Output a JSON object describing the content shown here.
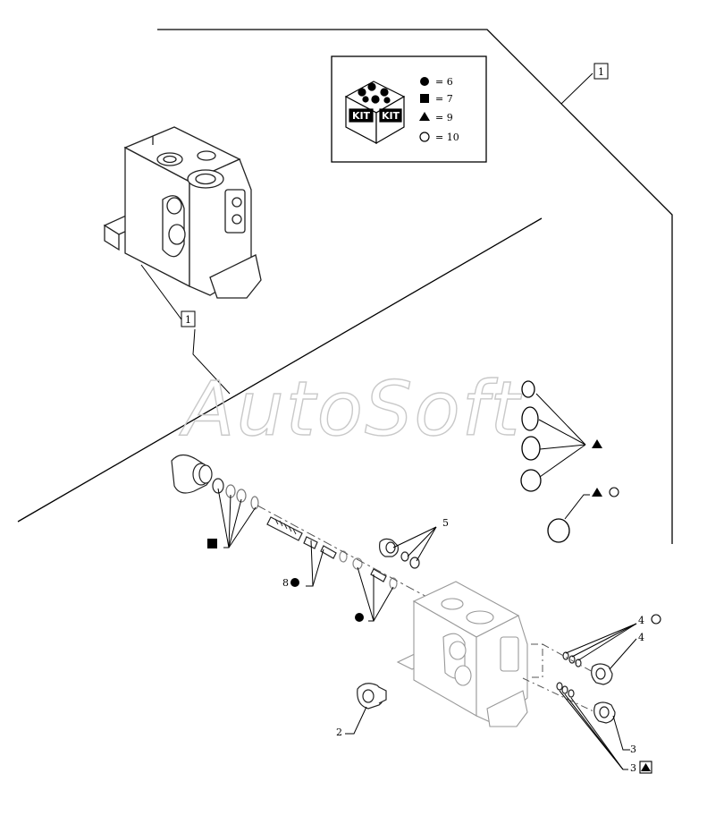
{
  "watermark": "AutoSoft",
  "kit_legend": {
    "kit_text": "KIT",
    "items": [
      {
        "symbol": "filled-circle",
        "text": "= 6"
      },
      {
        "symbol": "filled-square",
        "text": "= 7"
      },
      {
        "symbol": "filled-triangle",
        "text": "= 9"
      },
      {
        "symbol": "open-circle",
        "text": "= 10"
      }
    ]
  },
  "callouts": {
    "ref_main": "1",
    "ref_body": "1",
    "seals_square": "",
    "item_8": "8",
    "item_5": "5",
    "item_2": "2",
    "item_4a": "4",
    "item_4b": "4",
    "item_3a": "3",
    "item_3b": "3"
  },
  "colors": {
    "line": "#000000",
    "part_outline": "#222222",
    "phantom": "#9a9a9a",
    "watermark": "#c9c9c9"
  }
}
